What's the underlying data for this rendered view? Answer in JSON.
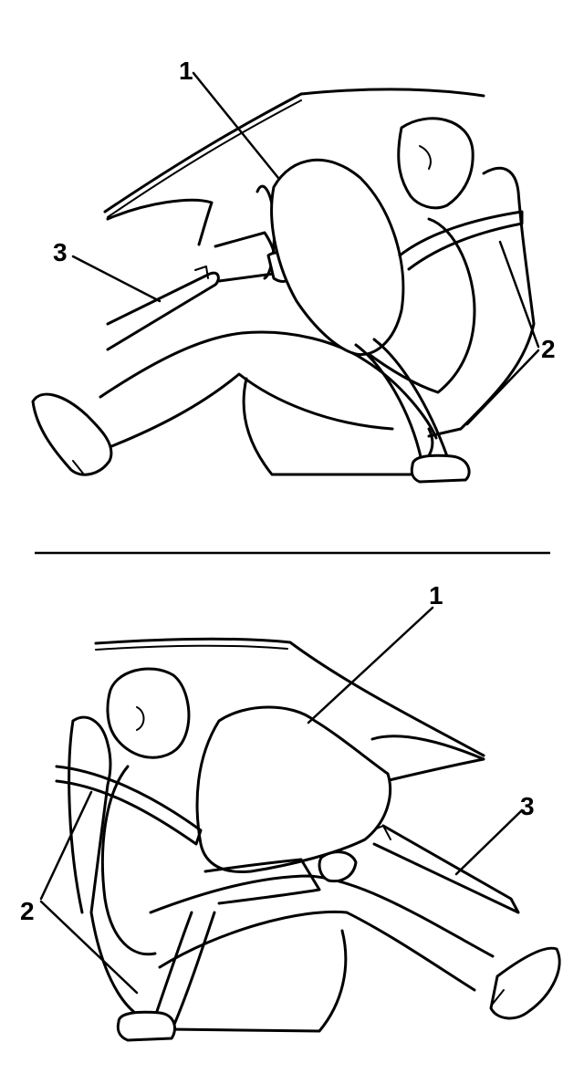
{
  "colors": {
    "ink": "#000000",
    "background": "#ffffff"
  },
  "top_view": {
    "callout_1": "1",
    "callout_2": "2",
    "callout_3": "3"
  },
  "bottom_view": {
    "callout_1": "1",
    "callout_2": "2",
    "callout_3": "3"
  }
}
